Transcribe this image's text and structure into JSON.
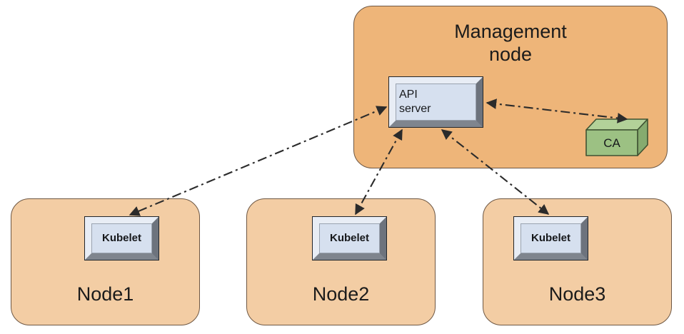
{
  "diagram": {
    "title_text_present": false,
    "colors": {
      "management_node_fill": "#eeb579",
      "worker_node_fill": "#f3cda4",
      "node_border": "#6e5743",
      "component_fill": "#d6e0ef",
      "component_bevel_light": "#e8edf5",
      "component_bevel_dark": "#6d737d",
      "component_border": "#22262b",
      "ca_fill": "#9cc183",
      "ca_top_fill": "#b3d199",
      "ca_side_fill": "#86ab6f",
      "ca_border": "#3f5232",
      "connector_color": "#2b2b2b",
      "background": "#ffffff"
    },
    "management_node": {
      "label": "Management\nnode",
      "components": {
        "api_server": {
          "label": "API\nserver"
        },
        "ca": {
          "label": "CA"
        }
      }
    },
    "worker_nodes": [
      {
        "label": "Node1",
        "component": {
          "label": "Kubelet"
        }
      },
      {
        "label": "Node2",
        "component": {
          "label": "Kubelet"
        }
      },
      {
        "label": "Node3",
        "component": {
          "label": "Kubelet"
        }
      }
    ],
    "connectors": [
      {
        "name": "api-server-to-kubelet-node1",
        "from": "api-server",
        "to": "kubelet-node1",
        "style": "dash-dot",
        "arrowheads": "both"
      },
      {
        "name": "api-server-to-kubelet-node2",
        "from": "api-server",
        "to": "kubelet-node2",
        "style": "dash-dot",
        "arrowheads": "both"
      },
      {
        "name": "api-server-to-kubelet-node3",
        "from": "api-server",
        "to": "kubelet-node3",
        "style": "dash-dot",
        "arrowheads": "both"
      },
      {
        "name": "api-server-to-ca",
        "from": "api-server",
        "to": "ca",
        "style": "dash-dot",
        "arrowheads": "both"
      }
    ]
  }
}
